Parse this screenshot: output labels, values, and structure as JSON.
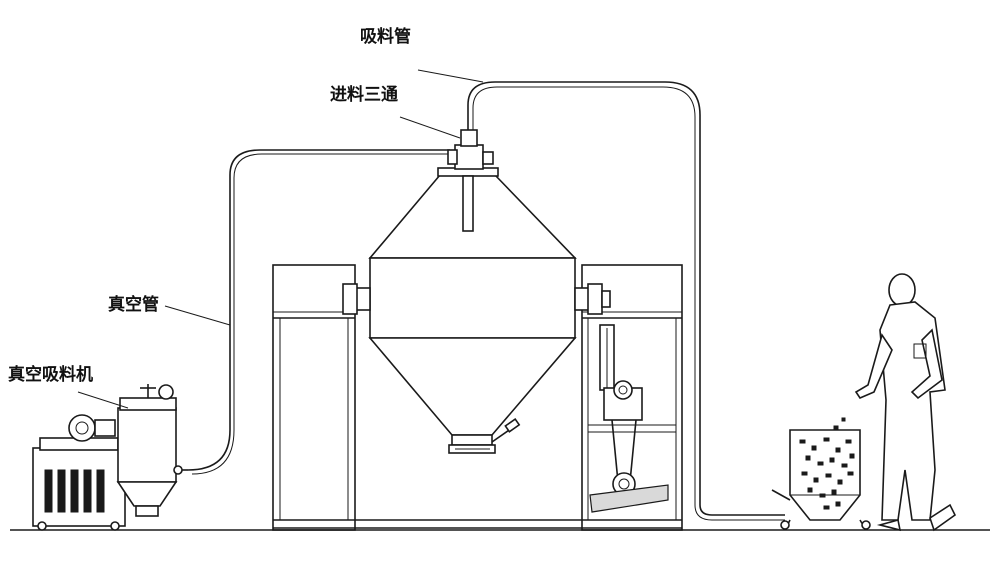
{
  "labels": {
    "suction_pipe": "吸料管",
    "feed_tee": "进料三通",
    "vacuum_pipe": "真空管",
    "vacuum_feeder": "真空吸料机"
  }
}
